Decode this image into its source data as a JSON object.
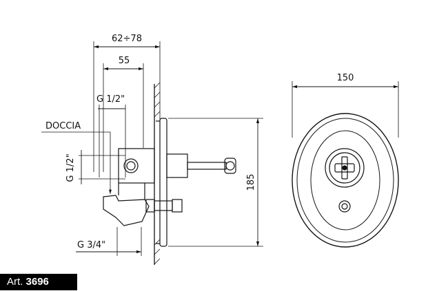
{
  "dimensions": {
    "depth_range": "62÷78",
    "depth_fixed": "55",
    "shower_thread": "G 1/2\"",
    "side_thread": "G 1/2\"",
    "inlet_thread": "G 3/4\"",
    "height": "185",
    "width": "150"
  },
  "labels": {
    "shower_outlet": "DOCCIA"
  },
  "footer": {
    "art_prefix": "Art. ",
    "art_number": "3696"
  }
}
